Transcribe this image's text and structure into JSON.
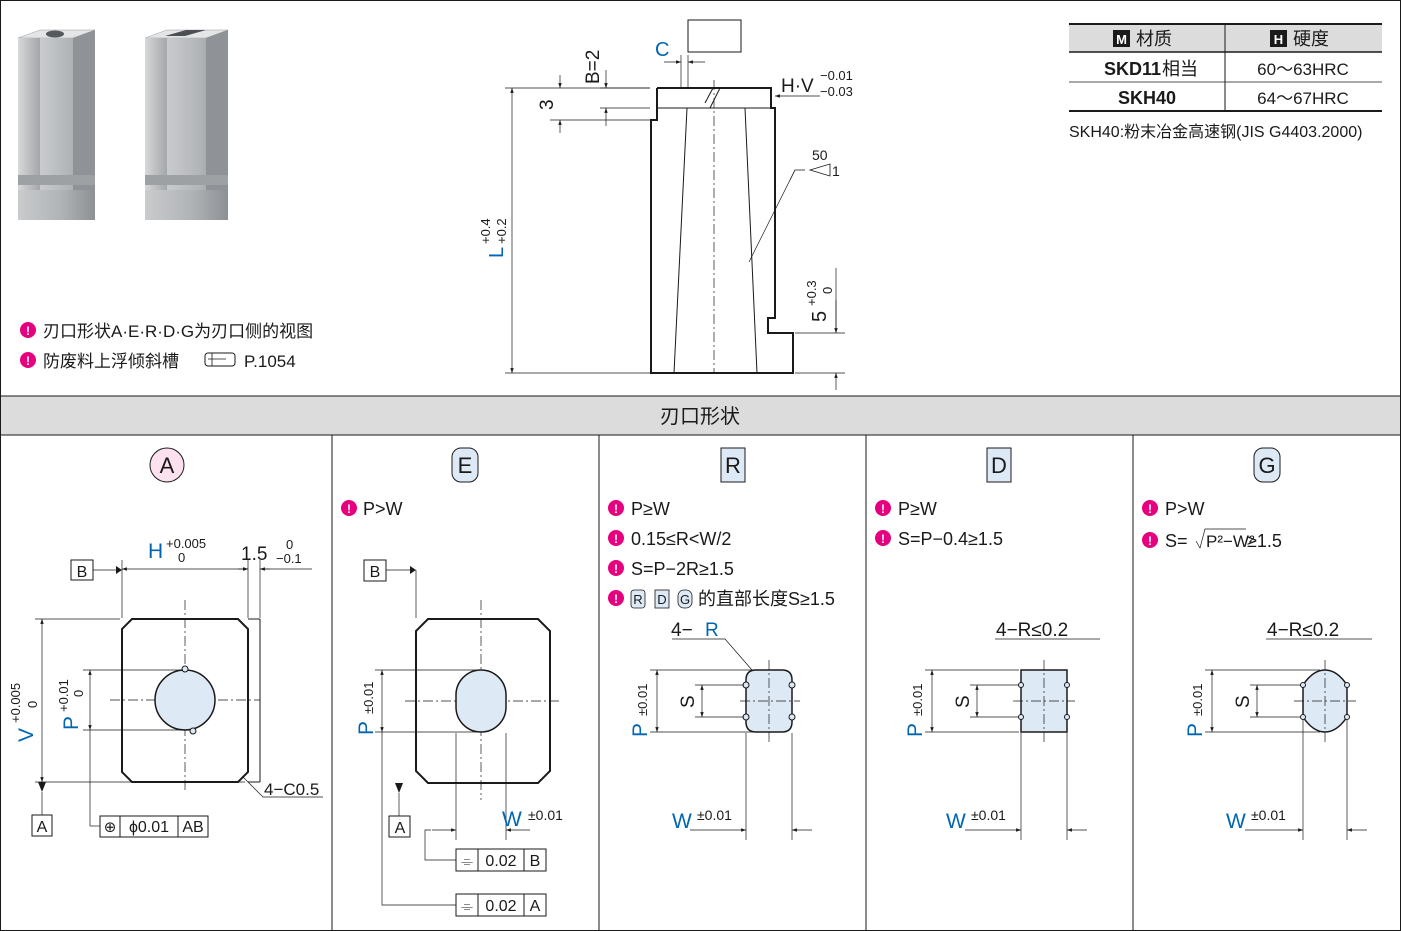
{
  "notes": [
    "刃口形状A·E·R·D·G为刃口侧的视图",
    "防废料上浮倾斜槽",
    "P.1054"
  ],
  "material_table": {
    "headers": {
      "m_icon": "M",
      "material": "材质",
      "h_icon": "H",
      "hardness": "硬度"
    },
    "rows": [
      {
        "material": "SKD11",
        "material_suffix": "相当",
        "hardness": "60～63HRC"
      },
      {
        "material": "SKH40",
        "material_suffix": "",
        "hardness": "64～67HRC"
      }
    ],
    "footnote": "SKH40:粉末冶金高速钢(JIS G4403.2000)"
  },
  "main_drawing": {
    "B": "B=2",
    "C": "C",
    "HV": "H·V",
    "HV_tol_top": "−0.01",
    "HV_tol_bot": "−0.03",
    "three": "3",
    "L": "L",
    "L_tol_top": "+0.4",
    "L_tol_bot": "+0.2",
    "taper_top": "50",
    "taper_bot": "1",
    "five": "5",
    "five_tol_top": "+0.3",
    "five_tol_bot": "0"
  },
  "section_title": "刃口形状",
  "shapes": {
    "A": {
      "label": "A",
      "H": "H",
      "H_tol_top": "+0.005",
      "H_tol_bot": "0",
      "dim15": "1.5",
      "dim15_tol_top": "0",
      "dim15_tol_bot": "−0.1",
      "datum_B": "B",
      "datum_A": "A",
      "V": "V",
      "V_tol_top": "+0.005",
      "V_tol_bot": "0",
      "P": "P",
      "P_tol_top": "+0.01",
      "P_tol_bot": "0",
      "chamfer": "4−C0.5",
      "fcf_sym": "⊕",
      "fcf_val": "ϕ0.01",
      "fcf_ref": "AB"
    },
    "E": {
      "label": "E",
      "cond1": "P>W",
      "datum_B": "B",
      "datum_A": "A",
      "P": "P",
      "P_tol": "±0.01",
      "W": "W",
      "W_tol": "±0.01",
      "fcf1_sym": "⌯",
      "fcf1_val": "0.02",
      "fcf1_ref": "B",
      "fcf2_sym": "⌯",
      "fcf2_val": "0.02",
      "fcf2_ref": "A"
    },
    "R": {
      "label": "R",
      "cond1": "P≥W",
      "cond2": "0.15≤R<W/2",
      "cond3": "S=P−2R≥1.5",
      "cond4_icons": [
        "R",
        "D",
        "G"
      ],
      "cond4": "的直部长度S≥1.5",
      "radius": "4−R",
      "radius_prefix": "4−",
      "radius_R": "R",
      "S": "S",
      "P": "P",
      "P_tol": "±0.01",
      "W": "W",
      "W_tol": "±0.01"
    },
    "D": {
      "label": "D",
      "cond1": "P≥W",
      "cond2": "S=P−0.4≥1.5",
      "radius": "4−R≤0.2",
      "S": "S",
      "P": "P",
      "P_tol": "±0.01",
      "W": "W",
      "W_tol": "±0.01"
    },
    "G": {
      "label": "G",
      "cond1": "P>W",
      "cond2_pre": "S=",
      "cond2_root": "P²−W²",
      "cond2_post": "≥1.5",
      "radius": "4−R≤0.2",
      "S": "S",
      "P": "P",
      "P_tol": "±0.01",
      "W": "W",
      "W_tol": "±0.01"
    }
  },
  "colors": {
    "accent_blue": "#0066b3",
    "bullet_pink": "#e6007e",
    "header_gray": "#dcdcdc",
    "punch_fill": "#dde9f5"
  }
}
